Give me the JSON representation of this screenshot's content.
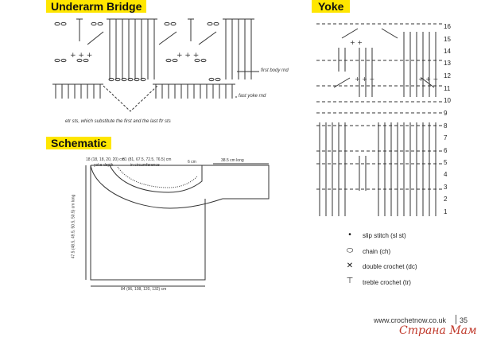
{
  "sections": {
    "underarm_bridge": "Underarm Bridge",
    "yoke": "Yoke",
    "schematic": "Schematic"
  },
  "bridge_labels": {
    "first_body_rnd": "first body rnd",
    "fast_yoke_rnd": "fast yoke rnd",
    "note": "etr sts, which substitute the first and the last ftr sts"
  },
  "schematic_labels": {
    "top_left": "18 (18, 18, 20, 20) cm",
    "yoke_depth": "yoke depth",
    "circumference": "81 (81, 67.5, 72.5, 76.5) cm",
    "circumference_sub": "in circumference",
    "six_cm": "6 cm",
    "sleeve": "38.5 cm long",
    "side": "47.5 (48.5, 49.5, 50.5, 50.5) cm long",
    "bottom": "84 (96, 108, 120, 132) cm"
  },
  "yoke_rows": [
    "16",
    "15",
    "14",
    "13",
    "12",
    "11",
    "10",
    "9",
    "8",
    "7",
    "6",
    "5",
    "4",
    "3",
    "2",
    "1"
  ],
  "legend": [
    {
      "symbol": "•",
      "label": "slip stitch (sl st)"
    },
    {
      "symbol": "⬭",
      "label": "chain (ch)"
    },
    {
      "symbol": "✕",
      "label": "double crochet (dc)"
    },
    {
      "symbol": "⊤",
      "label": "treble crochet (tr)"
    }
  ],
  "footer": {
    "url": "www.crochetnow.co.uk",
    "page": "35"
  },
  "watermark": "Страна Мам",
  "colors": {
    "header_yellow": "#ffe600",
    "watermark_red": "#c0392b"
  }
}
